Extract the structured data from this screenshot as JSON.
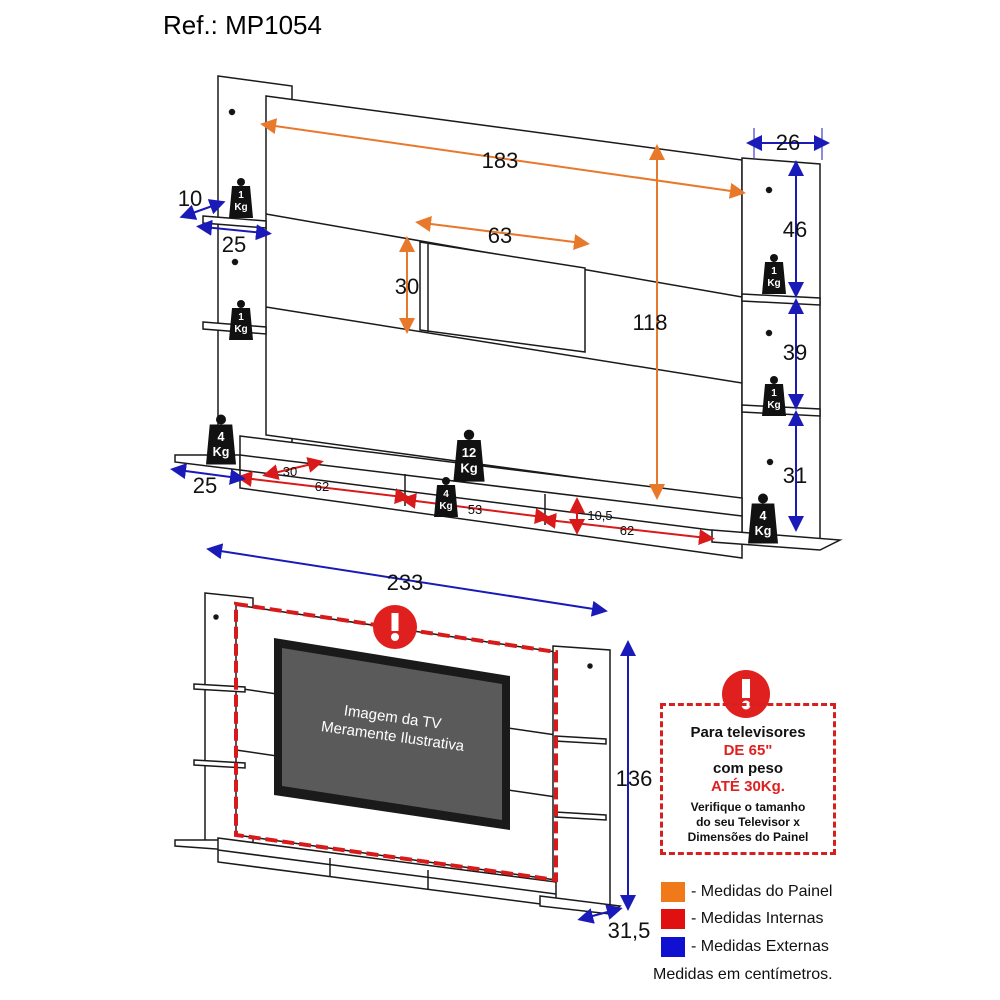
{
  "ref_label": "Ref.: MP1054",
  "dimensions": {
    "total_width": "233",
    "panel_width": "183",
    "panel_height": "118",
    "opening_width": "63",
    "opening_height": "30",
    "side_width": "26",
    "shelf_gap_top": "46",
    "shelf_gap_mid": "39",
    "shelf_gap_bottom": "31",
    "left_shelf_depth": "10",
    "left_shelf_width": "25",
    "base_left_width": "25",
    "drawer_a_width": "62",
    "drawer_a_height": "30",
    "drawer_b_width": "53",
    "drawer_c_width": "62",
    "drawer_c_height": "10,5",
    "total_height": "136",
    "depth": "31,5"
  },
  "weights": {
    "shelf_left_top": [
      "1",
      "Kg"
    ],
    "shelf_left_mid": [
      "1",
      "Kg"
    ],
    "base_left": [
      "4",
      "Kg"
    ],
    "base_center": [
      "12",
      "Kg"
    ],
    "drawer_middle": [
      "4",
      "Kg"
    ],
    "shelf_right_top": [
      "1",
      "Kg"
    ],
    "shelf_right_mid": [
      "1",
      "Kg"
    ],
    "base_right": [
      "4",
      "Kg"
    ]
  },
  "tv_caption": [
    "Imagem da TV",
    "Meramente Ilustrativa"
  ],
  "warning": {
    "line1": "Para televisores",
    "line2": "DE 65\"",
    "line3": "com peso",
    "line4": "ATÉ 30Kg.",
    "note1": "Verifique o tamanho",
    "note2": "do seu Televisor x",
    "note3": "Dimensões do Painel"
  },
  "legend": [
    {
      "label": "- Medidas do Painel",
      "color": "#f07a1a"
    },
    {
      "label": "- Medidas Internas",
      "color": "#e01010"
    },
    {
      "label": "- Medidas Externas",
      "color": "#1010d0"
    }
  ],
  "units_note": "Medidas em centímetros.",
  "colors": {
    "orange": "#e8782a",
    "red": "#d91a1a",
    "blue": "#1a1ab8",
    "line": "#1a1a1a"
  }
}
